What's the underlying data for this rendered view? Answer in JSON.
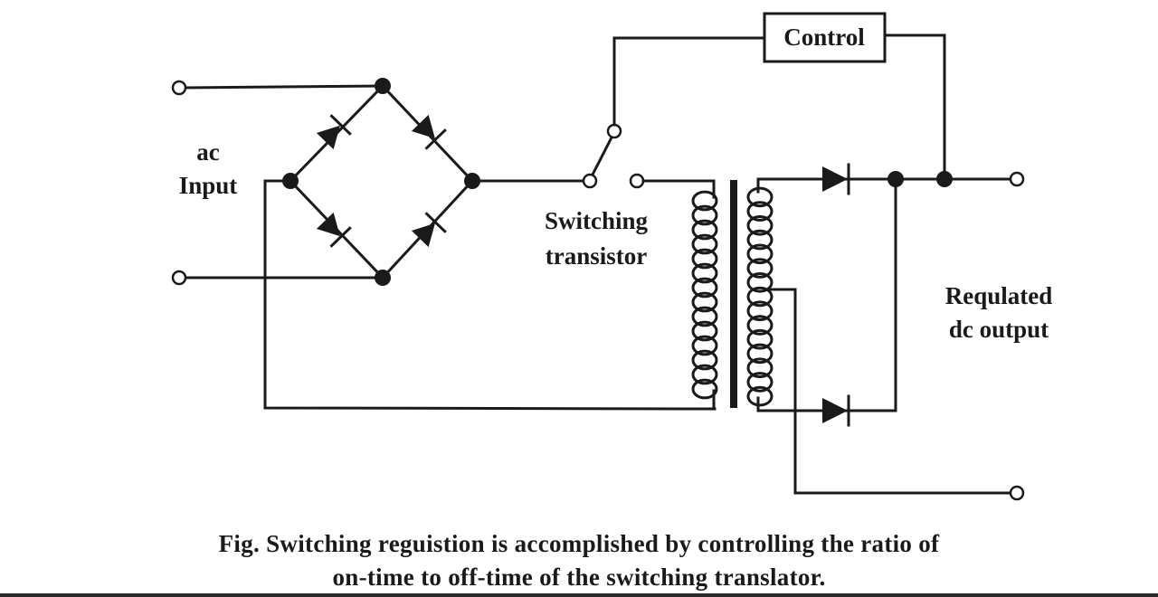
{
  "labels": {
    "ac_input_line1": "ac",
    "ac_input_line2": "Input",
    "switching_transistor_line1": "Switching",
    "switching_transistor_line2": "transistor",
    "control": "Control",
    "regulated_output_line1": "Requlated",
    "regulated_output_line2": "dc output"
  },
  "caption": {
    "line1": "Fig. Switching reguistion is accomplished by controlling the ratio of",
    "line2": "on-time to off-time of the switching translator."
  },
  "colors": {
    "ink": "#1a1a1a",
    "background": "#ffffff"
  }
}
